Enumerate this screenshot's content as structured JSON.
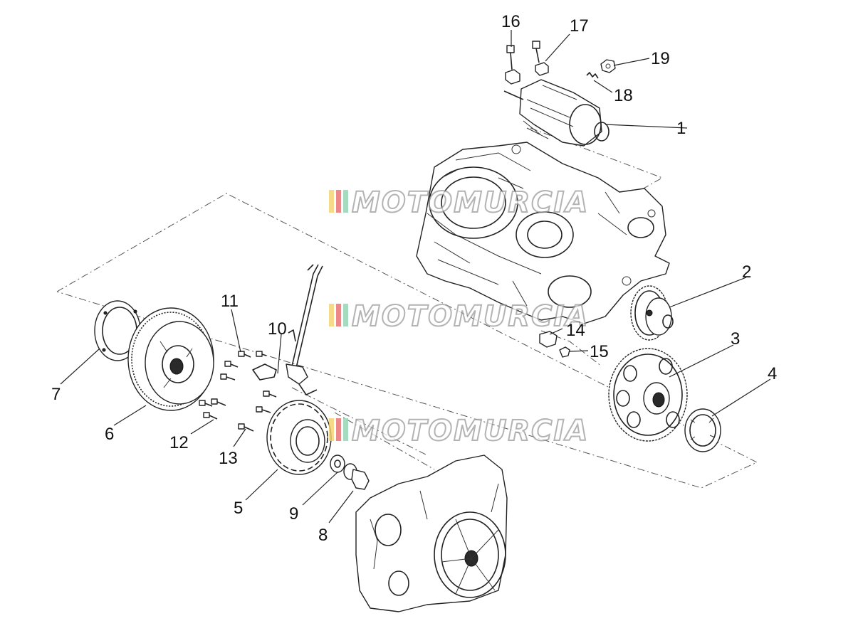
{
  "diagram": {
    "watermark": {
      "text": "MOTOMURCIA",
      "stripe_colors": [
        "#f2d16b",
        "#e86a6a",
        "#8fd3b0"
      ]
    },
    "callouts": [
      {
        "id": "1",
        "label": "1"
      },
      {
        "id": "2",
        "label": "2"
      },
      {
        "id": "3",
        "label": "3"
      },
      {
        "id": "4",
        "label": "4"
      },
      {
        "id": "5",
        "label": "5"
      },
      {
        "id": "6",
        "label": "6"
      },
      {
        "id": "7",
        "label": "7"
      },
      {
        "id": "8",
        "label": "8"
      },
      {
        "id": "9",
        "label": "9"
      },
      {
        "id": "10",
        "label": "10"
      },
      {
        "id": "11",
        "label": "11"
      },
      {
        "id": "12",
        "label": "12"
      },
      {
        "id": "13",
        "label": "13"
      },
      {
        "id": "14",
        "label": "14"
      },
      {
        "id": "15",
        "label": "15"
      },
      {
        "id": "16",
        "label": "16"
      },
      {
        "id": "17",
        "label": "17"
      },
      {
        "id": "18",
        "label": "18"
      },
      {
        "id": "19",
        "label": "19"
      }
    ],
    "parts_icons": [
      "starter-motor-icon",
      "crankcase-icon",
      "reduction-gear-icon",
      "starter-gear-icon",
      "freewheel-icon",
      "stator-icon",
      "flywheel-rotor-icon",
      "seal-ring-icon",
      "flange-bolt-icon",
      "washer-icon",
      "wiring-harness-icon",
      "screw-icon",
      "sensor-icon",
      "nut-icon",
      "spring-icon",
      "generator-cover-icon"
    ]
  }
}
